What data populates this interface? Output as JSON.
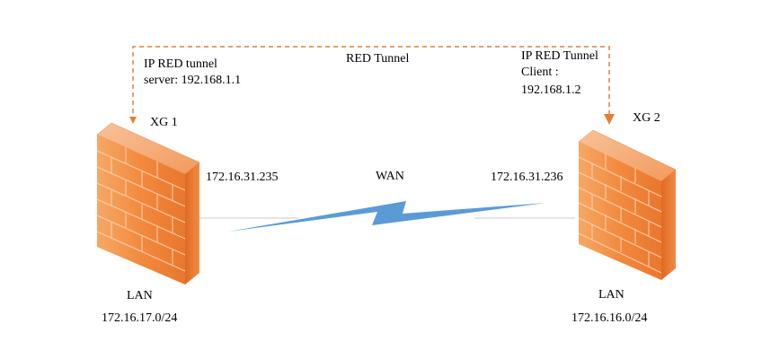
{
  "colors": {
    "tunnel_line": "#E67E3A",
    "wan_bolt": "#5B9BD5",
    "wan_line": "#C9C9C9",
    "firewall_front": "#F0893E",
    "firewall_side": "#E37128",
    "firewall_top": "#F6B58A"
  },
  "tunnel": {
    "label": "RED Tunnel",
    "server_line1": "IP RED tunnel",
    "server_line2": "server: 192.168.1.1",
    "client_line1": "IP RED Tunnel",
    "client_line2": "Client :",
    "client_line3": "192.168.1.2"
  },
  "wan": {
    "label": "WAN"
  },
  "xg1": {
    "name": "XG 1",
    "ip": "172.16.31.235",
    "lan_label": "LAN",
    "lan_subnet": "172.16.17.0/24",
    "icon": "firewall-icon"
  },
  "xg2": {
    "name": "XG 2",
    "ip": "172.16.31.236",
    "lan_label": "LAN",
    "lan_subnet": "172.16.16.0/24",
    "icon": "firewall-icon"
  }
}
